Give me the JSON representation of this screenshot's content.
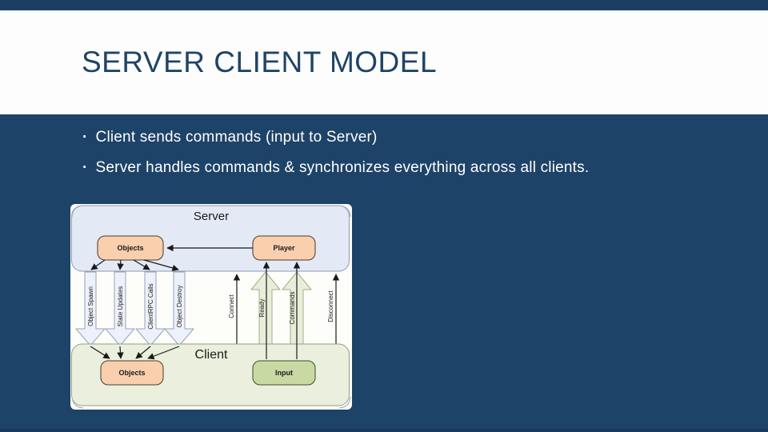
{
  "slide": {
    "title": "SERVER CLIENT MODEL",
    "bullet_glyph": "·",
    "bullets": [
      "Client sends commands (input to Server)",
      "Server handles commands & synchronizes everything across all clients."
    ]
  },
  "diagram": {
    "server": {
      "label": "Server",
      "objects": "Objects",
      "player": "Player"
    },
    "client": {
      "label": "Client",
      "objects": "Objects",
      "input": "Input"
    },
    "down_arrows": [
      "Object Spawn",
      "State Updates",
      "ClientRPC Calls",
      "Object Destroy"
    ],
    "up_block_arrows": [
      "Ready",
      "Commands"
    ],
    "up_thin_arrows": [
      "Connect",
      "Disconnect"
    ]
  },
  "theme": {
    "slide_bg": "#1e4368",
    "top_bar": "#1c3e62",
    "bottom_bar": "#18395d",
    "title_band_bg": "#fdfdfd",
    "title_color": "#1f4467",
    "bullet_color": "#ffffff",
    "diagram_bg": "#fdfdfa",
    "server_fill": "#e3e9f5",
    "server_stroke": "#8f9ab2",
    "client_fill": "#eaf0dd",
    "client_stroke": "#95a07d",
    "peach_fill": "#f9cfae",
    "peach_stroke": "#4a3a28",
    "input_fill": "#c9d9a4",
    "input_stroke": "#3f4d22",
    "down_arrow_fill": "#edf1f9",
    "down_arrow_stroke": "#96a3bb",
    "up_arrow_fill": "#e8eeda",
    "up_arrow_stroke": "#a2ae86",
    "line_color": "#1a1a1a"
  }
}
